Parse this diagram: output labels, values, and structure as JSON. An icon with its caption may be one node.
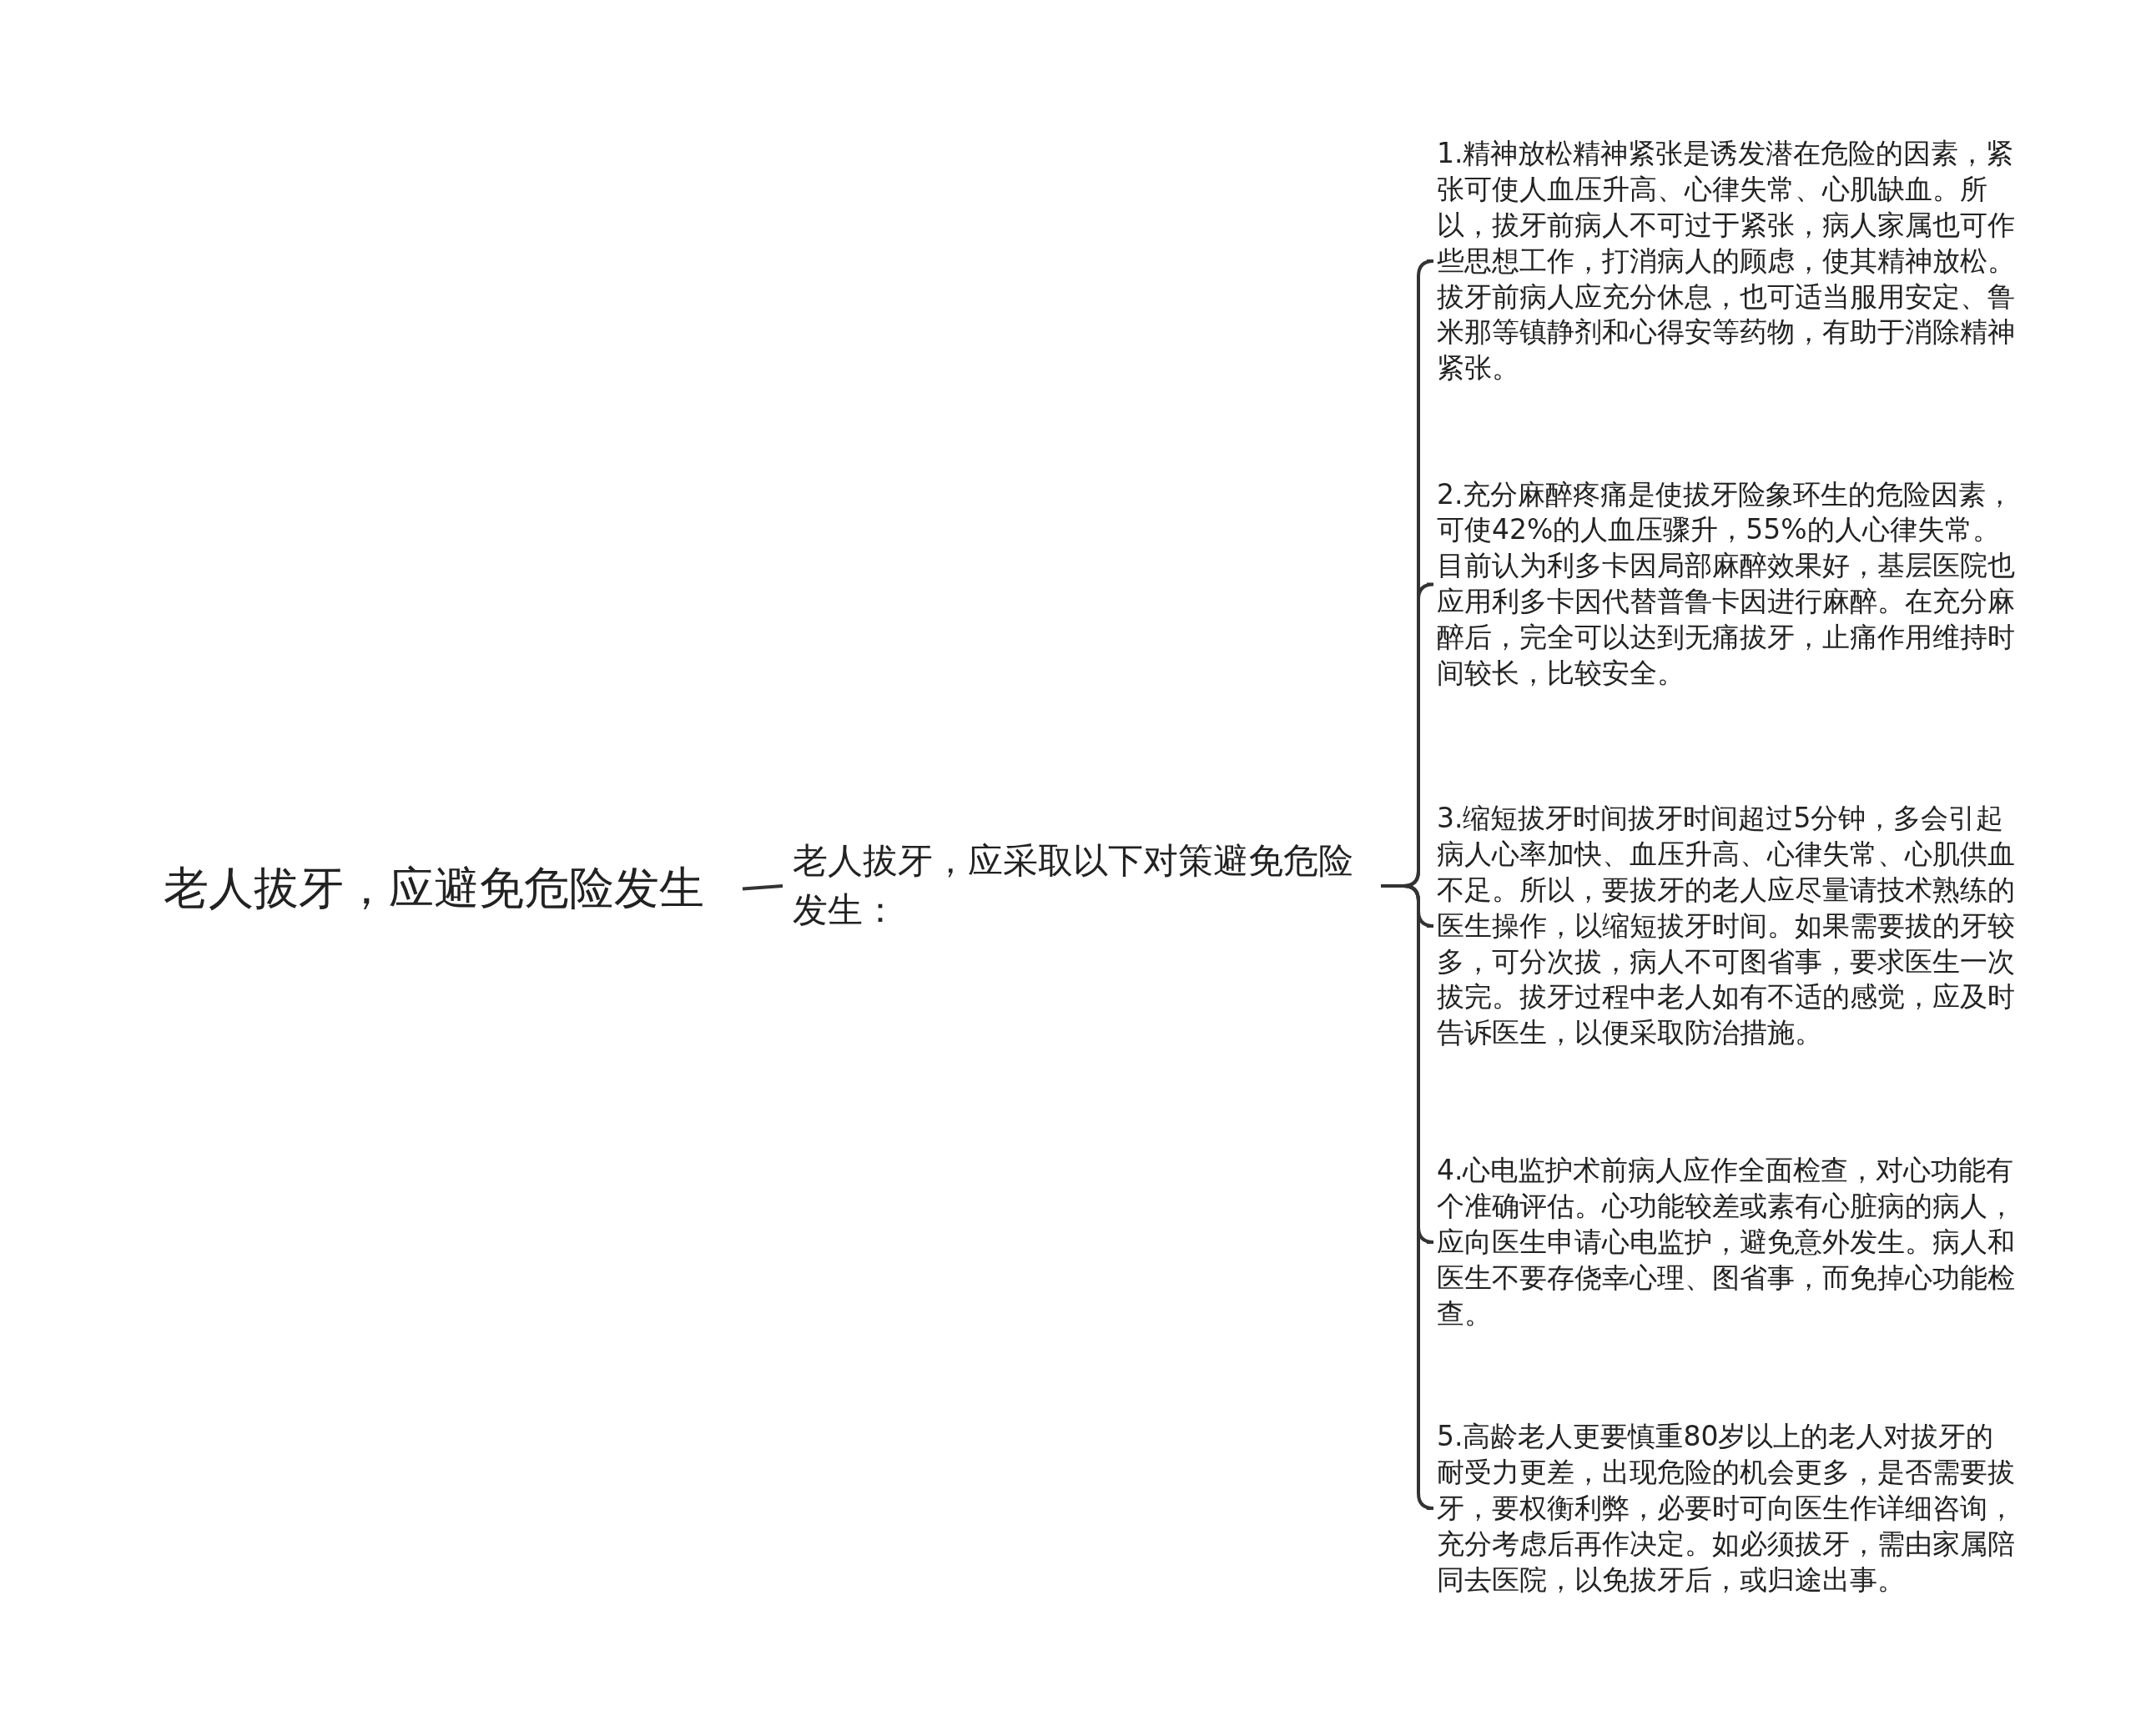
{
  "diagram": {
    "nodes": [
      {
        "text": [
          "老人拔牙，应避免危险发生"
        ]
      },
      {
        "text": [
          "老人拔牙，应采取以下对策避免危险发生："
        ]
      },
      {
        "text": [
          "1.精神放松精神紧张是诱发潜在危险的因素，紧张可使人血压升高、心律失常、心肌缺血。所以，拔牙前病人不可过于紧张，病人家属也可作些思想工作，打消病人的顾虑，使其精神放松。拔牙前病人应充分休息，也可适当服用安定、鲁米那等镇静剂和心得安等药物，有助于消除精神紧张。"
        ]
      },
      {
        "text": [
          "2.充分麻醉疼痛是使拔牙险象环生的危险因素，可使42%的人血压骤升，55%的人心律失常。目前认为利多卡因局部麻醉效果好，基层医院也应用利多卡因代替普鲁卡因进行麻醉。在充分麻醉后，完全可以达到无痛拔牙，止痛作用维持时间较长，比较安全。"
        ]
      },
      {
        "text": [
          "3.缩短拔牙时间拔牙时间超过5分钟，多会引起病人心率加快、血压升高、心律失常、心肌供血不足。所以，要拔牙的老人应尽量请技术熟练的医生操作，以缩短拔牙时间。如果需要拔的牙较多，可分次拔，病人不可图省事，要求医生一次拔完。拔牙过程中老人如有不适的感觉，应及时告诉医生，以便采取防治措施。"
        ]
      },
      {
        "text": [
          "4.心电监护术前病人应作全面检查，对心功能有个准确评估。心功能较差或素有心脏病的病人，应向医生申请心电监护，避免意外发生。病人和医生不要存侥幸心理、图省事，而免掉心功能检查。"
        ]
      },
      {
        "text": [
          "5.高龄老人更要慎重80岁以上的老人对拔牙的耐受力更差，出现危险的机会更多，是否需要拔牙，要权衡利弊，必要时可向医生作详细咨询，充分考虑后再作决定。如必须拔牙，需由家属陪同去医院，以免拔牙后，或归途出事。"
        ]
      }
    ],
    "edges": [
      {
        "from": 0,
        "to": 1,
        "arrow": "none"
      },
      {
        "from": 1,
        "to": 2,
        "arrow": "none"
      },
      {
        "from": 1,
        "to": 3,
        "arrow": "none"
      },
      {
        "from": 1,
        "to": 4,
        "arrow": "none"
      },
      {
        "from": 1,
        "to": 5,
        "arrow": "none"
      },
      {
        "from": 1,
        "to": 6,
        "arrow": "none"
      }
    ]
  }
}
